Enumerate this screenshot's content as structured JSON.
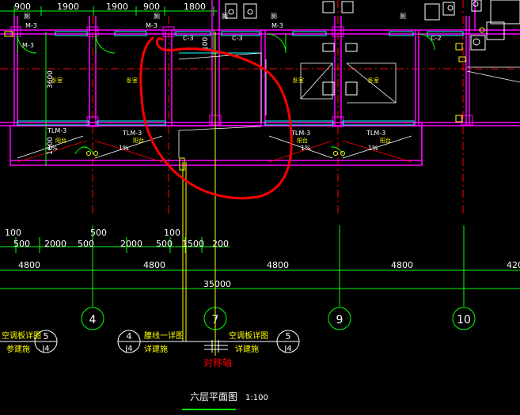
{
  "drawing": {
    "title": "六层平面图",
    "scale": "1:100"
  },
  "colors": {
    "background": "#000000",
    "dimension": "#00ff00",
    "wall": "#ff00ff",
    "grid": "#ff0000",
    "window": "#00ffff",
    "text": "#ffffff",
    "yellow": "#ffff00",
    "markup": "#ff0000"
  },
  "top_dimensions": [
    "900",
    "1900",
    "1900",
    "900",
    "1800"
  ],
  "room_tags": {
    "door_m3": "M-3",
    "win_c3": "C-3",
    "win_c2": "C-2",
    "tlm3": "TLM-3",
    "door_label": "厕",
    "room_small": "卧室",
    "balcony": "阳台",
    "slope": "1%",
    "dim_3600": "3600",
    "dim_1600": "1600",
    "dim_100v": "100"
  },
  "dimension_row_small": [
    "100",
    "500",
    "2000",
    "500",
    "500",
    "2000",
    "500",
    "100",
    "1500",
    "200"
  ],
  "dimension_row_bays": [
    "4800",
    "4800",
    "4800",
    "4800",
    "420"
  ],
  "overall_dimension": "35000",
  "axes": [
    "4",
    "7",
    "9",
    "10"
  ],
  "detail_refs": [
    {
      "number": "5",
      "sheet": "J4",
      "label1": "空调板详图",
      "label2": "参建施"
    },
    {
      "number": "4",
      "sheet": "J4",
      "label1": "腰线一详图",
      "label2": "详建施"
    },
    {
      "number": "5",
      "sheet": "J4",
      "label1": "空调板详图",
      "label2": "详建施"
    }
  ],
  "symmetry_label": "对称轴"
}
